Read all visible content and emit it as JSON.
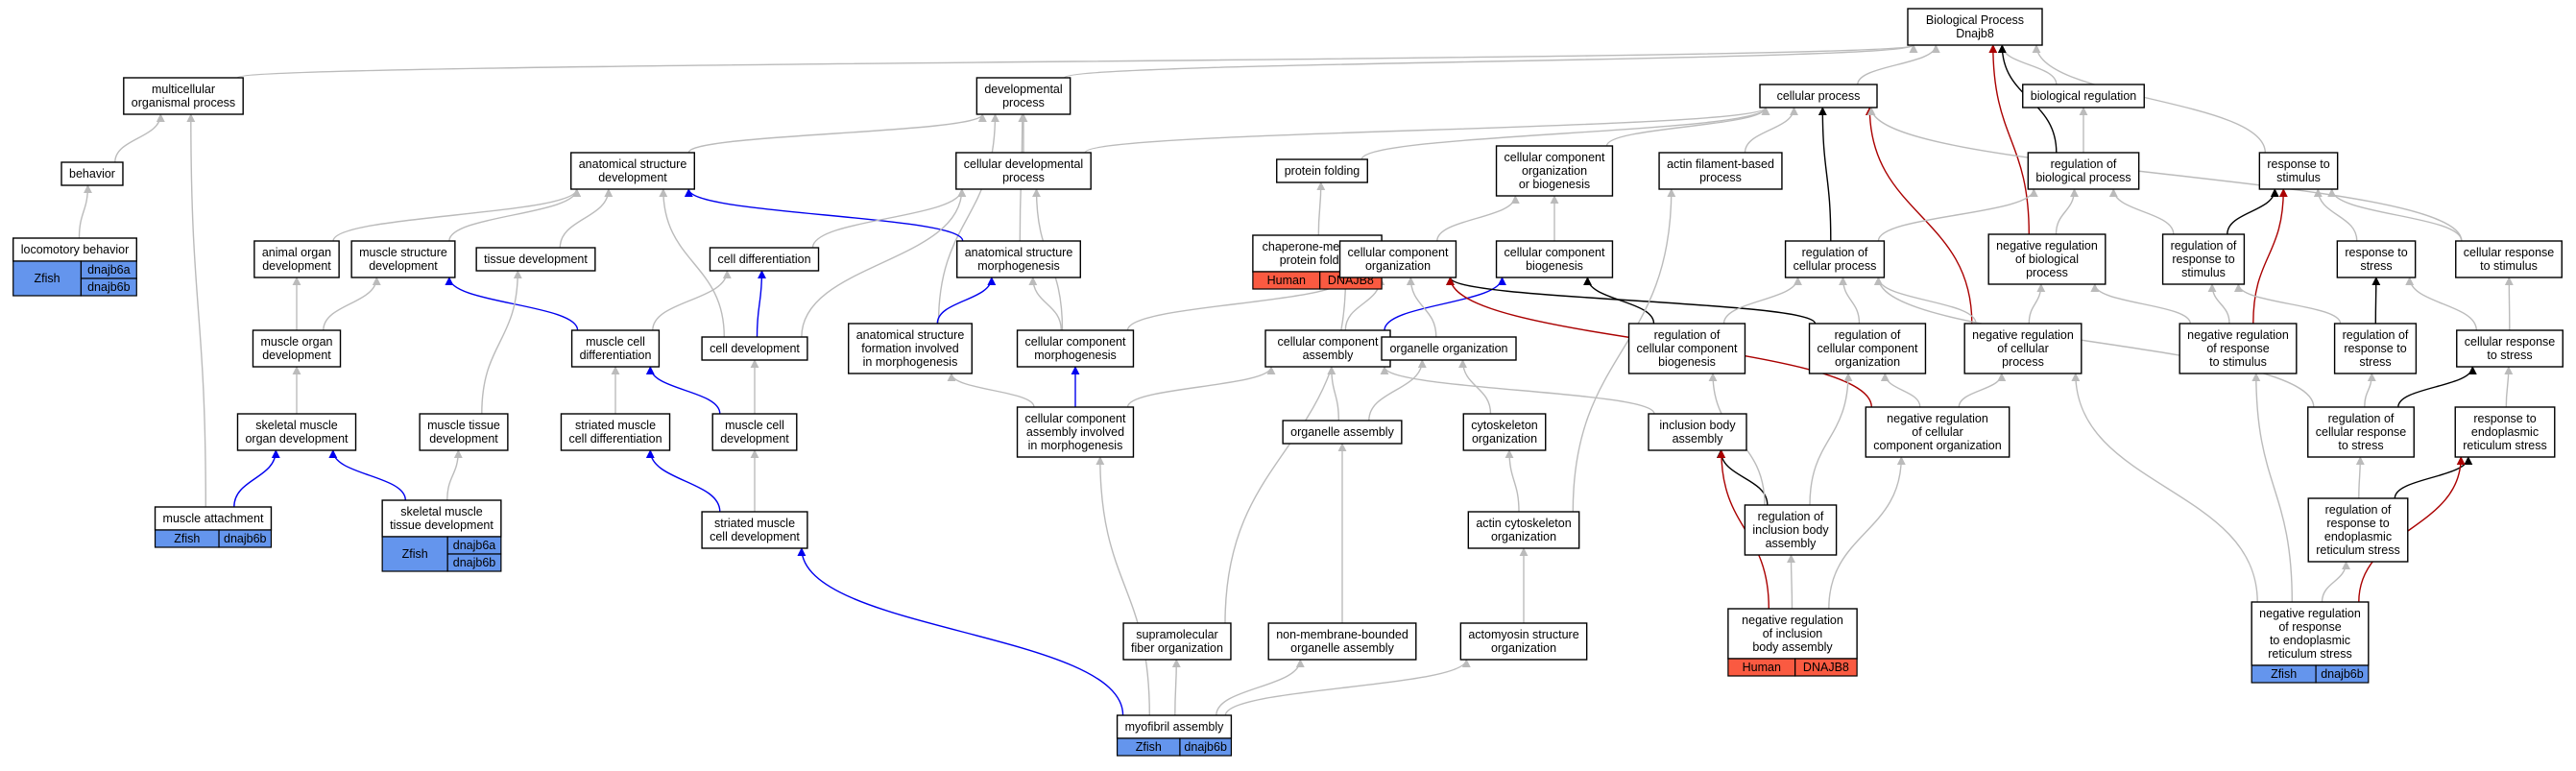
{
  "colors": {
    "is_a": "#bbbbbb",
    "part_of": "#0000ee",
    "regulates": "#000000",
    "negatively_regulates": "#aa0000",
    "zfish": "#6495ed",
    "human": "#fa5a41"
  },
  "nodes": [
    {
      "id": "bp",
      "lines": [
        "Biological Process",
        "Dnajb8"
      ]
    },
    {
      "id": "mop",
      "lines": [
        "multicellular",
        "organismal process"
      ]
    },
    {
      "id": "dp",
      "lines": [
        "developmental",
        "process"
      ]
    },
    {
      "id": "cp",
      "lines": [
        "cellular process"
      ]
    },
    {
      "id": "br",
      "lines": [
        "biological regulation"
      ]
    },
    {
      "id": "beh",
      "lines": [
        "behavior"
      ]
    },
    {
      "id": "asd",
      "lines": [
        "anatomical structure",
        "development"
      ]
    },
    {
      "id": "cdp",
      "lines": [
        "cellular developmental",
        "process"
      ]
    },
    {
      "id": "pf",
      "lines": [
        "protein folding"
      ]
    },
    {
      "id": "ccob",
      "lines": [
        "cellular component",
        "organization",
        "or biogenesis"
      ]
    },
    {
      "id": "afbp",
      "lines": [
        "actin filament-based",
        "process"
      ]
    },
    {
      "id": "rbp",
      "lines": [
        "regulation of",
        "biological process"
      ]
    },
    {
      "id": "rts",
      "lines": [
        "response to",
        "stimulus"
      ]
    },
    {
      "id": "lb",
      "lines": [
        "locomotory behavior"
      ],
      "ann": {
        "species": "Zfish",
        "genes": [
          "dnajb6a",
          "dnajb6b"
        ]
      }
    },
    {
      "id": "aod",
      "lines": [
        "animal organ",
        "development"
      ]
    },
    {
      "id": "msd",
      "lines": [
        "muscle structure",
        "development"
      ]
    },
    {
      "id": "td",
      "lines": [
        "tissue development"
      ]
    },
    {
      "id": "cd",
      "lines": [
        "cell differentiation"
      ]
    },
    {
      "id": "asm",
      "lines": [
        "anatomical structure",
        "morphogenesis"
      ]
    },
    {
      "id": "cmpf",
      "lines": [
        "chaperone-mediated",
        "protein folding"
      ],
      "ann": {
        "species": "Human",
        "genes": [
          "DNAJB8"
        ]
      }
    },
    {
      "id": "cco",
      "lines": [
        "cellular component",
        "organization"
      ]
    },
    {
      "id": "ccb",
      "lines": [
        "cellular component",
        "biogenesis"
      ]
    },
    {
      "id": "rcp",
      "lines": [
        "regulation of",
        "cellular process"
      ]
    },
    {
      "id": "nrbp",
      "lines": [
        "negative regulation",
        "of biological",
        "process"
      ]
    },
    {
      "id": "rrs",
      "lines": [
        "regulation of",
        "response to",
        "stimulus"
      ]
    },
    {
      "id": "rtstr",
      "lines": [
        "response to",
        "stress"
      ]
    },
    {
      "id": "crts",
      "lines": [
        "cellular response",
        "to stimulus"
      ]
    },
    {
      "id": "mod",
      "lines": [
        "muscle organ",
        "development"
      ]
    },
    {
      "id": "mcd",
      "lines": [
        "muscle cell",
        "differentiation"
      ]
    },
    {
      "id": "cdev",
      "lines": [
        "cell development"
      ]
    },
    {
      "id": "asfm",
      "lines": [
        "anatomical structure",
        "formation involved",
        "in morphogenesis"
      ]
    },
    {
      "id": "ccm",
      "lines": [
        "cellular component",
        "morphogenesis"
      ]
    },
    {
      "id": "cca",
      "lines": [
        "cellular component",
        "assembly"
      ]
    },
    {
      "id": "oo",
      "lines": [
        "organelle organization"
      ]
    },
    {
      "id": "rccb",
      "lines": [
        "regulation of",
        "cellular component",
        "biogenesis"
      ]
    },
    {
      "id": "rcco",
      "lines": [
        "regulation of",
        "cellular component",
        "organization"
      ]
    },
    {
      "id": "nrcp",
      "lines": [
        "negative regulation",
        "of cellular",
        "process"
      ]
    },
    {
      "id": "nrrs",
      "lines": [
        "negative regulation",
        "of response",
        "to stimulus"
      ]
    },
    {
      "id": "rrstr",
      "lines": [
        "regulation of",
        "response to",
        "stress"
      ]
    },
    {
      "id": "crstr",
      "lines": [
        "cellular response",
        "to stress"
      ]
    },
    {
      "id": "smod",
      "lines": [
        "skeletal muscle",
        "organ development"
      ]
    },
    {
      "id": "mtd",
      "lines": [
        "muscle tissue",
        "development"
      ]
    },
    {
      "id": "smcd",
      "lines": [
        "striated muscle",
        "cell differentiation"
      ]
    },
    {
      "id": "mcdev",
      "lines": [
        "muscle cell",
        "development"
      ]
    },
    {
      "id": "ccaim",
      "lines": [
        "cellular component",
        "assembly involved",
        "in morphogenesis"
      ]
    },
    {
      "id": "oa",
      "lines": [
        "organelle assembly"
      ]
    },
    {
      "id": "co",
      "lines": [
        "cytoskeleton",
        "organization"
      ]
    },
    {
      "id": "iba",
      "lines": [
        "inclusion body",
        "assembly"
      ]
    },
    {
      "id": "nrcco",
      "lines": [
        "negative regulation",
        "of cellular",
        "component organization"
      ]
    },
    {
      "id": "rcrs",
      "lines": [
        "regulation of",
        "cellular response",
        "to stress"
      ]
    },
    {
      "id": "rters",
      "lines": [
        "response to",
        "endoplasmic",
        "reticulum stress"
      ]
    },
    {
      "id": "ma",
      "lines": [
        "muscle attachment"
      ],
      "ann": {
        "species": "Zfish",
        "genes": [
          "dnajb6b"
        ]
      }
    },
    {
      "id": "smtd",
      "lines": [
        "skeletal muscle",
        "tissue development"
      ],
      "ann": {
        "species": "Zfish",
        "genes": [
          "dnajb6a",
          "dnajb6b"
        ]
      }
    },
    {
      "id": "smcdev",
      "lines": [
        "striated muscle",
        "cell development"
      ]
    },
    {
      "id": "aco",
      "lines": [
        "actin cytoskeleton",
        "organization"
      ]
    },
    {
      "id": "riba",
      "lines": [
        "regulation of",
        "inclusion body",
        "assembly"
      ]
    },
    {
      "id": "rrers",
      "lines": [
        "regulation of",
        "response to",
        "endoplasmic",
        "reticulum stress"
      ]
    },
    {
      "id": "nriba",
      "lines": [
        "negative regulation",
        "of inclusion",
        "body assembly"
      ],
      "ann": {
        "species": "Human",
        "genes": [
          "DNAJB8"
        ]
      }
    },
    {
      "id": "nrrers",
      "lines": [
        "negative regulation",
        "of response",
        "to endoplasmic",
        "reticulum stress"
      ],
      "ann": {
        "species": "Zfish",
        "genes": [
          "dnajb6b"
        ]
      }
    },
    {
      "id": "sfo",
      "lines": [
        "supramolecular",
        "fiber organization"
      ]
    },
    {
      "id": "nmboa",
      "lines": [
        "non-membrane-bounded",
        "organelle assembly"
      ]
    },
    {
      "id": "aso",
      "lines": [
        "actomyosin structure",
        "organization"
      ]
    },
    {
      "id": "mfa",
      "lines": [
        "myofibril assembly"
      ],
      "ann": {
        "species": "Zfish",
        "genes": [
          "dnajb6b"
        ]
      }
    }
  ],
  "edges": [
    {
      "from": "mop",
      "to": "bp",
      "type": "is_a"
    },
    {
      "from": "dp",
      "to": "bp",
      "type": "is_a"
    },
    {
      "from": "cp",
      "to": "bp",
      "type": "is_a"
    },
    {
      "from": "br",
      "to": "bp",
      "type": "is_a"
    },
    {
      "from": "rts",
      "to": "bp",
      "type": "is_a"
    },
    {
      "from": "rbp",
      "to": "bp",
      "type": "regulates"
    },
    {
      "from": "nrbp",
      "to": "bp",
      "type": "negatively_regulates"
    },
    {
      "from": "beh",
      "to": "mop",
      "type": "is_a"
    },
    {
      "from": "lb",
      "to": "beh",
      "type": "is_a"
    },
    {
      "from": "ma",
      "to": "mop",
      "type": "is_a"
    },
    {
      "from": "asd",
      "to": "dp",
      "type": "is_a"
    },
    {
      "from": "cdp",
      "to": "dp",
      "type": "is_a"
    },
    {
      "from": "cdp",
      "to": "cp",
      "type": "is_a"
    },
    {
      "from": "asm",
      "to": "dp",
      "type": "is_a"
    },
    {
      "from": "asfm",
      "to": "dp",
      "type": "is_a"
    },
    {
      "from": "pf",
      "to": "cp",
      "type": "is_a"
    },
    {
      "from": "ccob",
      "to": "cp",
      "type": "is_a"
    },
    {
      "from": "afbp",
      "to": "cp",
      "type": "is_a"
    },
    {
      "from": "rcp",
      "to": "cp",
      "type": "regulates"
    },
    {
      "from": "nrcp",
      "to": "cp",
      "type": "negatively_regulates"
    },
    {
      "from": "crts",
      "to": "cp",
      "type": "is_a"
    },
    {
      "from": "rbp",
      "to": "br",
      "type": "is_a"
    },
    {
      "from": "aod",
      "to": "asd",
      "type": "is_a"
    },
    {
      "from": "msd",
      "to": "asd",
      "type": "is_a"
    },
    {
      "from": "td",
      "to": "asd",
      "type": "is_a"
    },
    {
      "from": "cdev",
      "to": "asd",
      "type": "is_a"
    },
    {
      "from": "asm",
      "to": "asd",
      "type": "part_of"
    },
    {
      "from": "cd",
      "to": "cdp",
      "type": "is_a"
    },
    {
      "from": "cdev",
      "to": "cdp",
      "type": "is_a"
    },
    {
      "from": "ccm",
      "to": "cdp",
      "type": "is_a"
    },
    {
      "from": "cmpf",
      "to": "pf",
      "type": "is_a"
    },
    {
      "from": "cco",
      "to": "ccob",
      "type": "is_a"
    },
    {
      "from": "ccb",
      "to": "ccob",
      "type": "is_a"
    },
    {
      "from": "rcp",
      "to": "rbp",
      "type": "is_a"
    },
    {
      "from": "nrbp",
      "to": "rbp",
      "type": "is_a"
    },
    {
      "from": "rrs",
      "to": "rbp",
      "type": "is_a"
    },
    {
      "from": "rrs",
      "to": "rts",
      "type": "regulates"
    },
    {
      "from": "nrrs",
      "to": "rts",
      "type": "negatively_regulates"
    },
    {
      "from": "rtstr",
      "to": "rts",
      "type": "is_a"
    },
    {
      "from": "crts",
      "to": "rts",
      "type": "is_a"
    },
    {
      "from": "mod",
      "to": "aod",
      "type": "is_a"
    },
    {
      "from": "mod",
      "to": "msd",
      "type": "is_a"
    },
    {
      "from": "mcd",
      "to": "msd",
      "type": "part_of"
    },
    {
      "from": "mtd",
      "to": "td",
      "type": "is_a"
    },
    {
      "from": "mcd",
      "to": "cd",
      "type": "is_a"
    },
    {
      "from": "cdev",
      "to": "cd",
      "type": "part_of"
    },
    {
      "from": "asfm",
      "to": "asm",
      "type": "part_of"
    },
    {
      "from": "ccm",
      "to": "asm",
      "type": "is_a"
    },
    {
      "from": "cca",
      "to": "cco",
      "type": "is_a"
    },
    {
      "from": "cca",
      "to": "ccb",
      "type": "part_of"
    },
    {
      "from": "oo",
      "to": "cco",
      "type": "is_a"
    },
    {
      "from": "rccb",
      "to": "ccb",
      "type": "regulates"
    },
    {
      "from": "rcco",
      "to": "cco",
      "type": "regulates"
    },
    {
      "from": "nrcco",
      "to": "cco",
      "type": "negatively_regulates"
    },
    {
      "from": "ccm",
      "to": "cco",
      "type": "is_a"
    },
    {
      "from": "rccb",
      "to": "rcp",
      "type": "is_a"
    },
    {
      "from": "rcco",
      "to": "rcp",
      "type": "is_a"
    },
    {
      "from": "nrcp",
      "to": "rcp",
      "type": "is_a"
    },
    {
      "from": "nrcp",
      "to": "nrbp",
      "type": "is_a"
    },
    {
      "from": "nrrs",
      "to": "nrbp",
      "type": "is_a"
    },
    {
      "from": "nrrs",
      "to": "rrs",
      "type": "is_a"
    },
    {
      "from": "rrstr",
      "to": "rrs",
      "type": "is_a"
    },
    {
      "from": "rrstr",
      "to": "rtstr",
      "type": "regulates"
    },
    {
      "from": "crstr",
      "to": "rtstr",
      "type": "is_a"
    },
    {
      "from": "crstr",
      "to": "crts",
      "type": "is_a"
    },
    {
      "from": "smod",
      "to": "mod",
      "type": "is_a"
    },
    {
      "from": "smcd",
      "to": "mcd",
      "type": "is_a"
    },
    {
      "from": "mcdev",
      "to": "mcd",
      "type": "part_of"
    },
    {
      "from": "mcdev",
      "to": "cdev",
      "type": "is_a"
    },
    {
      "from": "ccaim",
      "to": "ccm",
      "type": "part_of"
    },
    {
      "from": "ccaim",
      "to": "asfm",
      "type": "is_a"
    },
    {
      "from": "ccaim",
      "to": "cca",
      "type": "is_a"
    },
    {
      "from": "oa",
      "to": "cca",
      "type": "is_a"
    },
    {
      "from": "oa",
      "to": "oo",
      "type": "is_a"
    },
    {
      "from": "co",
      "to": "oo",
      "type": "is_a"
    },
    {
      "from": "iba",
      "to": "cca",
      "type": "is_a"
    },
    {
      "from": "sfo",
      "to": "cco",
      "type": "is_a"
    },
    {
      "from": "nrcco",
      "to": "rcco",
      "type": "is_a"
    },
    {
      "from": "nrcco",
      "to": "nrcp",
      "type": "is_a"
    },
    {
      "from": "rcrs",
      "to": "rrstr",
      "type": "is_a"
    },
    {
      "from": "rcrs",
      "to": "crstr",
      "type": "regulates"
    },
    {
      "from": "rcrs",
      "to": "rcp",
      "type": "is_a"
    },
    {
      "from": "rters",
      "to": "crstr",
      "type": "is_a"
    },
    {
      "from": "ma",
      "to": "smod",
      "type": "part_of"
    },
    {
      "from": "smtd",
      "to": "smod",
      "type": "part_of"
    },
    {
      "from": "smtd",
      "to": "mtd",
      "type": "is_a"
    },
    {
      "from": "smcdev",
      "to": "smcd",
      "type": "part_of"
    },
    {
      "from": "smcdev",
      "to": "mcdev",
      "type": "is_a"
    },
    {
      "from": "aco",
      "to": "co",
      "type": "is_a"
    },
    {
      "from": "aco",
      "to": "afbp",
      "type": "is_a"
    },
    {
      "from": "riba",
      "to": "iba",
      "type": "regulates"
    },
    {
      "from": "riba",
      "to": "rcco",
      "type": "is_a"
    },
    {
      "from": "riba",
      "to": "rccb",
      "type": "is_a"
    },
    {
      "from": "rrers",
      "to": "rcrs",
      "type": "is_a"
    },
    {
      "from": "rrers",
      "to": "rters",
      "type": "regulates"
    },
    {
      "from": "nriba",
      "to": "riba",
      "type": "is_a"
    },
    {
      "from": "nriba",
      "to": "iba",
      "type": "negatively_regulates"
    },
    {
      "from": "nriba",
      "to": "nrcco",
      "type": "is_a"
    },
    {
      "from": "nrrers",
      "to": "rrers",
      "type": "is_a"
    },
    {
      "from": "nrrers",
      "to": "rters",
      "type": "negatively_regulates"
    },
    {
      "from": "nrrers",
      "to": "nrrs",
      "type": "is_a"
    },
    {
      "from": "nrrers",
      "to": "nrcp",
      "type": "is_a"
    },
    {
      "from": "aso",
      "to": "aco",
      "type": "is_a"
    },
    {
      "from": "nmboa",
      "to": "oa",
      "type": "is_a"
    },
    {
      "from": "mfa",
      "to": "smcdev",
      "type": "part_of"
    },
    {
      "from": "mfa",
      "to": "ccaim",
      "type": "is_a"
    },
    {
      "from": "mfa",
      "to": "sfo",
      "type": "is_a"
    },
    {
      "from": "mfa",
      "to": "nmboa",
      "type": "is_a"
    },
    {
      "from": "mfa",
      "to": "aso",
      "type": "is_a"
    }
  ]
}
